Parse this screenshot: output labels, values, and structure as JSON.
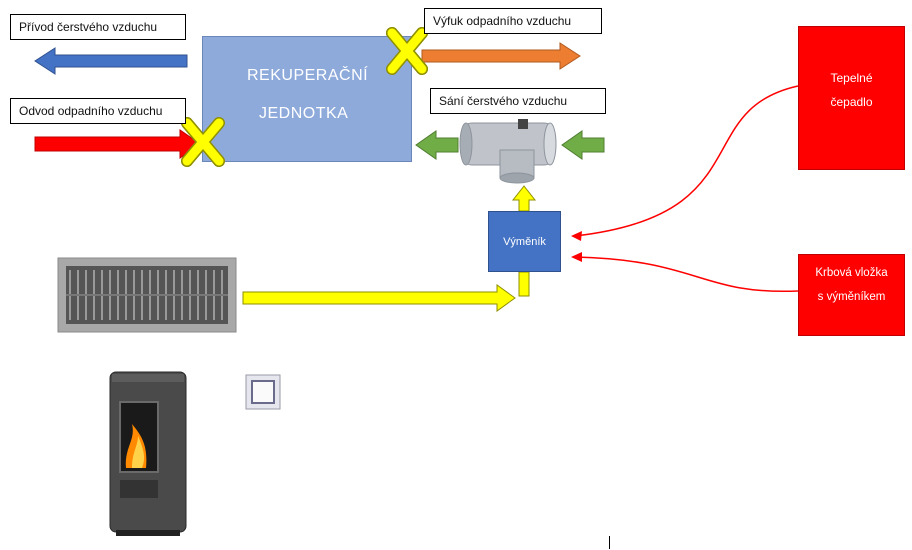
{
  "labels": {
    "privod": "Přívod čerstvého vzduchu",
    "odvod": "Odvod odpadního vzduchu",
    "vyfuk": "Výfuk odpadního vzduchu",
    "sani": "Sání čerstvého vzduchu"
  },
  "rekuperacni_jednotka": {
    "line1": "REKUPERAČNÍ",
    "line2": "JEDNOTKA"
  },
  "vymenik": "Výměník",
  "tepelne_cerpadlo": {
    "line1": "Tepelné",
    "line2": "čepadlo"
  },
  "krbova_vlozka": {
    "line1": "Krbová vložka",
    "line2": "s výměníkem"
  },
  "colors": {
    "blue_arrow": "#4472c4",
    "red_arrow": "#ff0000",
    "orange_arrow": "#ed7d31",
    "green_arrow": "#70ad47",
    "yellow_arrow": "#ffff00",
    "x_mark": "#ffff00",
    "rekup_fill": "#8eaadb",
    "vymenik_fill": "#4472c4",
    "red_box": "#ff0000"
  },
  "icons": [
    "x-mark-icon",
    "duct-fitting-icon",
    "air-grille-icon",
    "stove-icon",
    "wall-switch-icon"
  ]
}
